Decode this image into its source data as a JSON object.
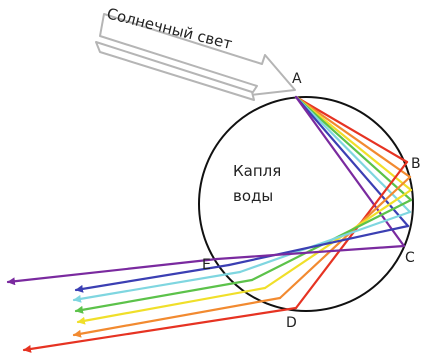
{
  "sunlight_label": "Солнечный свет",
  "drop_label_line1": "Капля",
  "drop_label_line2": "воды",
  "points": {
    "A": "A",
    "B": "B",
    "C": "C",
    "D": "D",
    "E": "E"
  },
  "colors": {
    "red": "#e63322",
    "orange": "#f28a30",
    "yellow": "#f0df2a",
    "green": "#5cc24a",
    "cyan": "#7fd6e0",
    "blue": "#3b3fb3",
    "violet": "#7a2a9f",
    "circle": "#111111",
    "sun_arrow": "#b5b5b5"
  }
}
